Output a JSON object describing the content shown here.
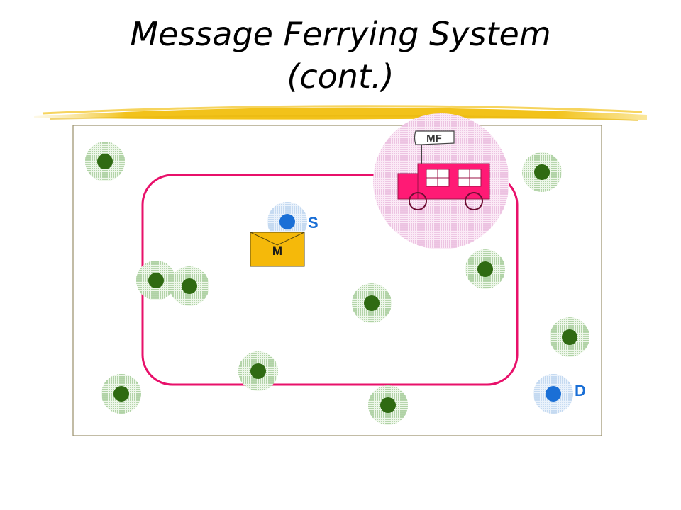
{
  "slide": {
    "title_line1": "Message Ferrying System",
    "title_line2": "(cont.)"
  },
  "diagram": {
    "labels": {
      "ferry": "MF",
      "source": "S",
      "destination": "D",
      "message": "M"
    },
    "colors": {
      "route": "#e8106a",
      "ferry_body": "#ff1a75",
      "ferry_range": "#f3c6e6",
      "relay_node": "#2f6a12",
      "relay_range": "#cfe8c4",
      "endpoint_node": "#1a6fd6",
      "endpoint_label": "#1a6fd6",
      "message": "#f5b90a",
      "title_underline": "#f2c21a"
    }
  }
}
